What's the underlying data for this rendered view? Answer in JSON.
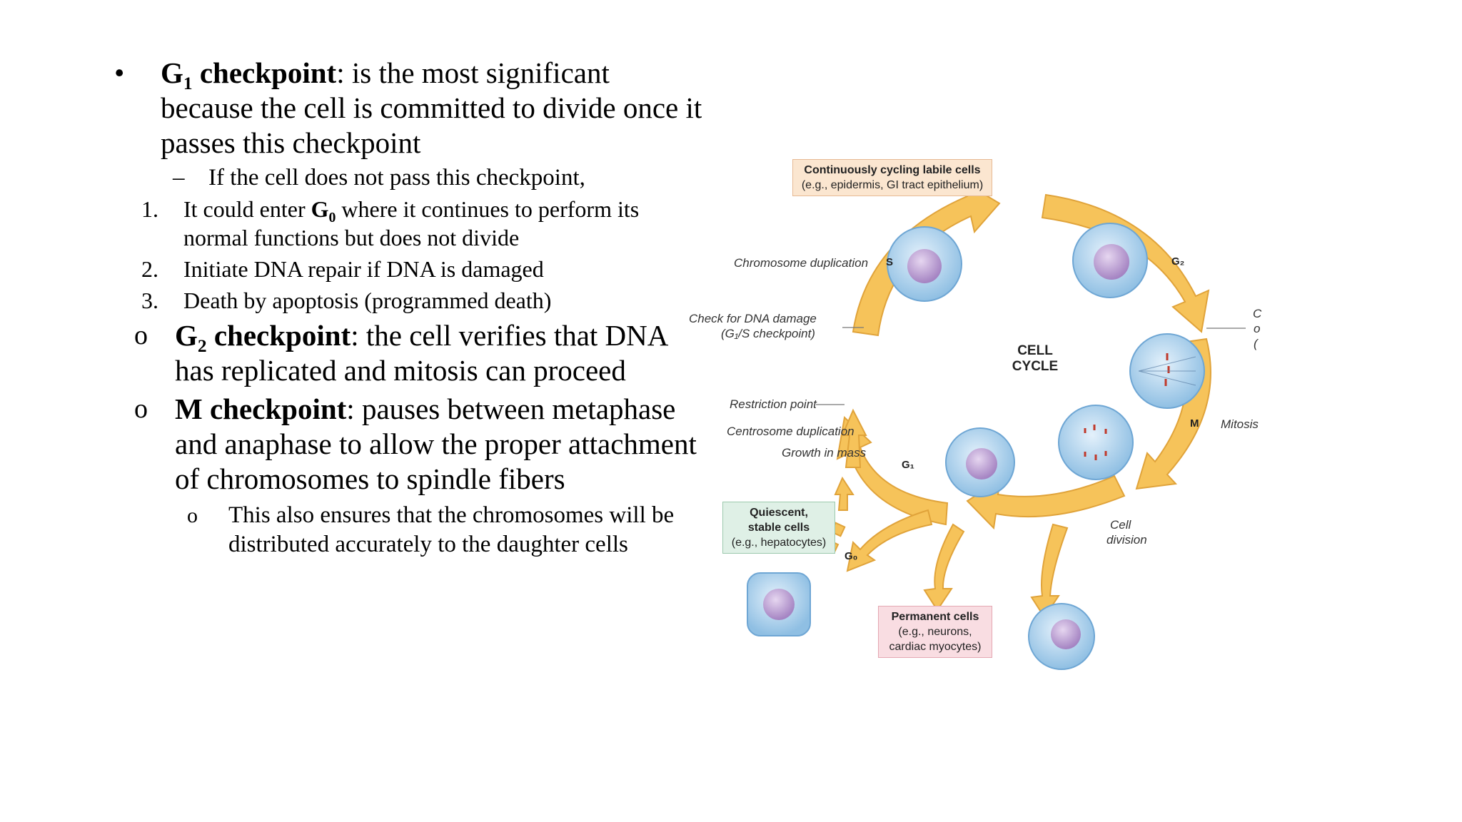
{
  "bullets": {
    "g1": {
      "marker": "•",
      "title_letter": "G",
      "title_sub": "1",
      "title_rest": " checkpoint",
      "text": ": is the most significant because the cell is committed to divide once it passes this checkpoint"
    },
    "dash": {
      "marker": "–",
      "text": "If the cell does not pass this checkpoint,"
    },
    "numbered": [
      {
        "num": "1.",
        "pre": "It could enter ",
        "bold_letter": "G",
        "bold_sub": "0",
        "post": " where it continues to perform its normal functions but does not divide"
      },
      {
        "num": "2.",
        "text": "Initiate DNA repair if DNA is damaged"
      },
      {
        "num": "3.",
        "text": "Death by apoptosis (programmed death)"
      }
    ],
    "g2": {
      "marker": "o",
      "title_letter": "G",
      "title_sub": "2",
      "title_rest": " checkpoint",
      "text": ": the cell verifies that DNA has replicated and mitosis can proceed"
    },
    "m": {
      "marker": "o",
      "title": "M checkpoint",
      "text": ": pauses between metaphase and anaphase to allow the proper attachment of chromosomes to spindle fibers"
    },
    "m_sub": {
      "marker": "o",
      "text": "This also ensures that the chromosomes will be distributed accurately to the daughter cells"
    }
  },
  "diagram": {
    "center": [
      "CELL",
      "CYCLE"
    ],
    "labile_box": {
      "title": "Continuously cycling labile cells",
      "sub": "(e.g., epidermis, GI tract epithelium)"
    },
    "quiescent_box": {
      "title1": "Quiescent,",
      "title2": "stable cells",
      "sub": "(e.g., hepatocytes)"
    },
    "permanent_box": {
      "title": "Permanent cells",
      "sub1": "(e.g., neurons,",
      "sub2": "cardiac myocytes)"
    },
    "labels": {
      "chromosome_duplication": "Chromosome duplication",
      "check_dna1": "Check for DNA damage",
      "check_dna2": "(G₁/S checkpoint)",
      "restriction": "Restriction point",
      "centrosome": "Centrosome duplication",
      "growth": "Growth in mass",
      "mitosis": "Mitosis",
      "cell_division1": "Cell",
      "cell_division2": "division",
      "right_cut": [
        "C",
        "o",
        "("
      ]
    },
    "phases": {
      "s": "S",
      "g2": "G₂",
      "m": "M",
      "g1": "G₁",
      "g0": "G₀"
    },
    "colors": {
      "arrow": "#f6c35a",
      "arrow_edge": "#e0a33a",
      "cell": "#a9cdea",
      "nucleus": "#b79ac9",
      "labile_bg": "#fbe6d0",
      "quiescent_bg": "#dff0e6",
      "permanent_bg": "#f9dde2"
    }
  }
}
